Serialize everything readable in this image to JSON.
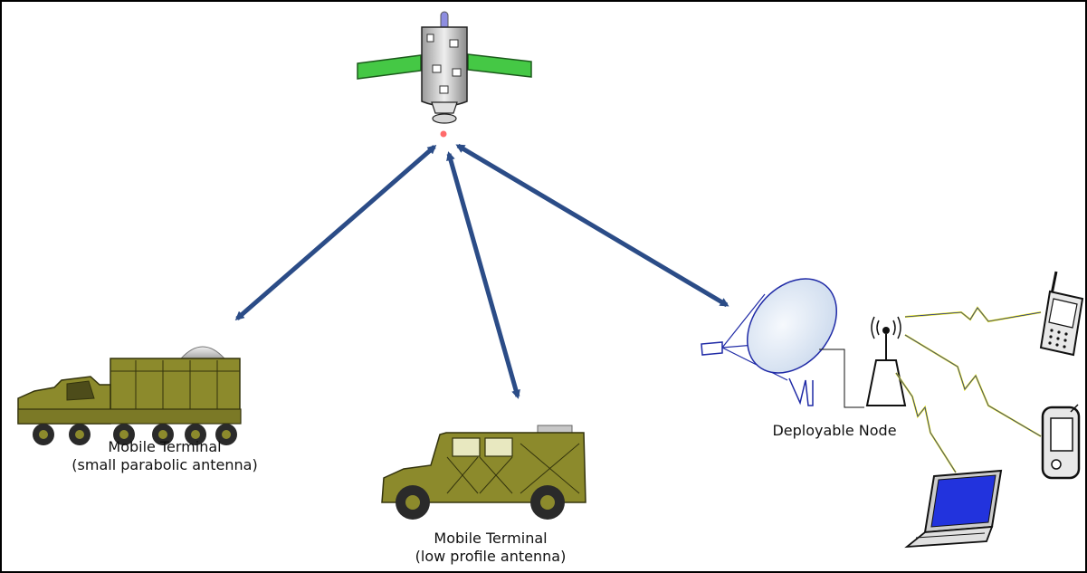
{
  "labels": {
    "truck_line1": "Mobile Terminal",
    "truck_line2": "(small parabolic antenna)",
    "humvee_line1": "Mobile Terminal",
    "humvee_line2": "(low profile antenna)",
    "node": "Deployable Node"
  },
  "nodes": [
    {
      "name": "satellite",
      "icon": "satellite-icon"
    },
    {
      "name": "mobile-terminal-truck",
      "icon": "military-truck-icon"
    },
    {
      "name": "mobile-terminal-humvee",
      "icon": "humvee-icon"
    },
    {
      "name": "deployable-node",
      "icon": "satellite-dish-icon"
    },
    {
      "name": "wireless-router",
      "icon": "router-antenna-icon"
    },
    {
      "name": "cell-phone",
      "icon": "cell-phone-icon"
    },
    {
      "name": "pda",
      "icon": "pda-icon"
    },
    {
      "name": "laptop",
      "icon": "laptop-icon"
    }
  ],
  "links": [
    {
      "from": "satellite",
      "to": "mobile-terminal-truck",
      "type": "bidirectional"
    },
    {
      "from": "satellite",
      "to": "mobile-terminal-humvee",
      "type": "bidirectional"
    },
    {
      "from": "satellite",
      "to": "deployable-node",
      "type": "bidirectional"
    },
    {
      "from": "wireless-router",
      "to": "cell-phone",
      "type": "wireless"
    },
    {
      "from": "wireless-router",
      "to": "pda",
      "type": "wireless"
    },
    {
      "from": "wireless-router",
      "to": "laptop",
      "type": "wireless"
    }
  ],
  "colors": {
    "arrow": "#2b4c87",
    "vehicle_green": "#8c8a2c",
    "solar_panel": "#45c845",
    "dish": "#dfe8f4",
    "laptop_screen": "#2233dd",
    "lightning": "#e8e800"
  }
}
